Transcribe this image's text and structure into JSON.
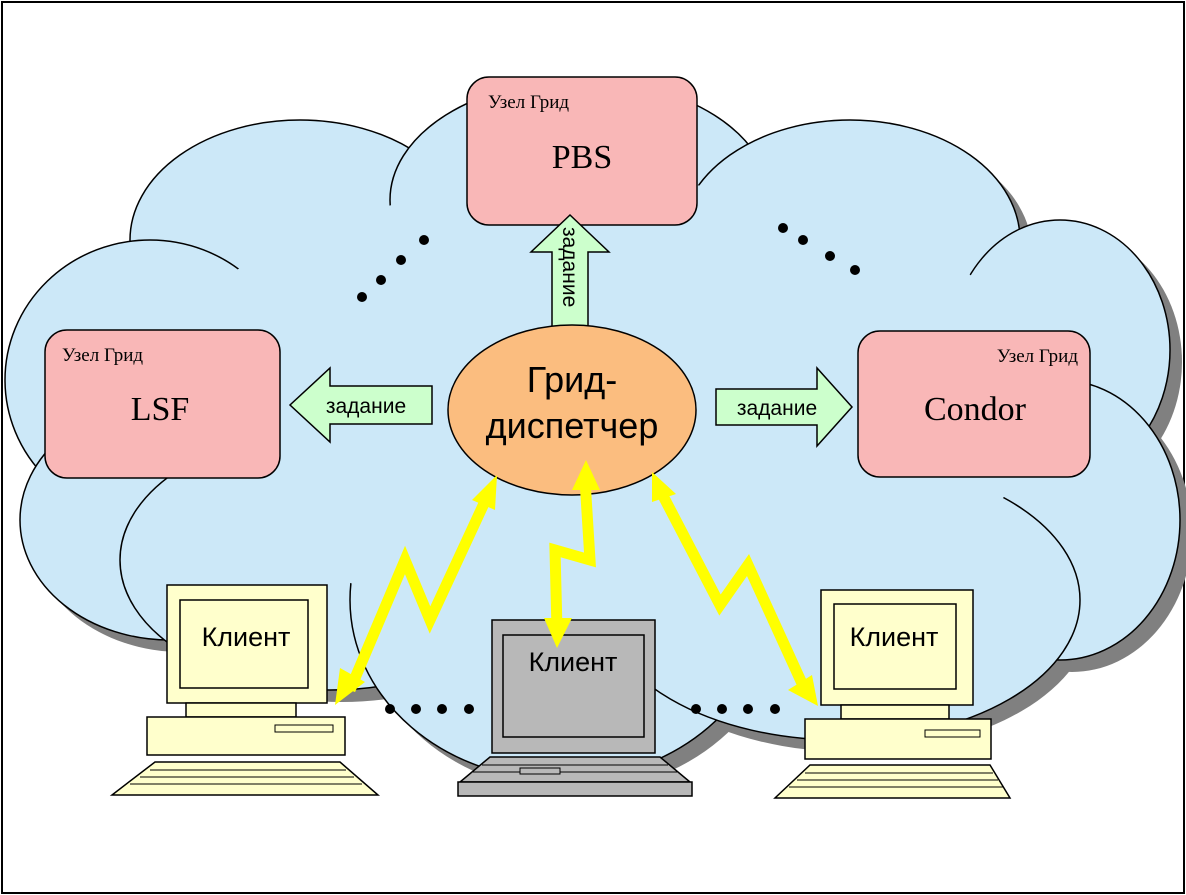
{
  "colors": {
    "cloud": "#cce8f8",
    "node": "#f9b7b7",
    "dispatcher": "#fbbd7f",
    "task_arrow": "#ccffcc",
    "lightning": "#ffff00",
    "desktop": "#ffffcc",
    "laptop": "#b8b8b8"
  },
  "dispatcher": {
    "line1": "Грид-",
    "line2": "диспетчер"
  },
  "nodes": {
    "pbs": {
      "caption": "Узел Грид",
      "name": "PBS"
    },
    "lsf": {
      "caption": "Узел Грид",
      "name": "LSF"
    },
    "condor": {
      "caption": "Узел Грид",
      "name": "Condor"
    }
  },
  "tasks": {
    "top": "задание",
    "left": "задание",
    "right": "задание"
  },
  "clients": {
    "left": "Клиент",
    "center": "Клиент",
    "right": "Клиент"
  },
  "icons": {
    "cloud": "cloud-icon",
    "desktop": "desktop-computer-icon",
    "laptop": "laptop-icon",
    "lightning": "lightning-bolt-icon"
  }
}
